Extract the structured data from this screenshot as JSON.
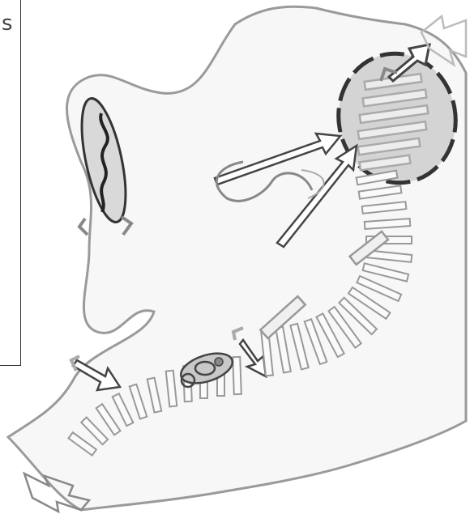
{
  "figure": {
    "partial_label": "s",
    "elements": [
      "face-outline",
      "outer-ear",
      "middle-ear-area",
      "nasal-area",
      "mouth-area",
      "chin-area",
      "neck-area",
      "arrows"
    ]
  },
  "colors": {
    "ink": "#333333",
    "outline": "#9a9a9a",
    "shade": "#d9d9d9",
    "light": "#c4c4c4"
  }
}
